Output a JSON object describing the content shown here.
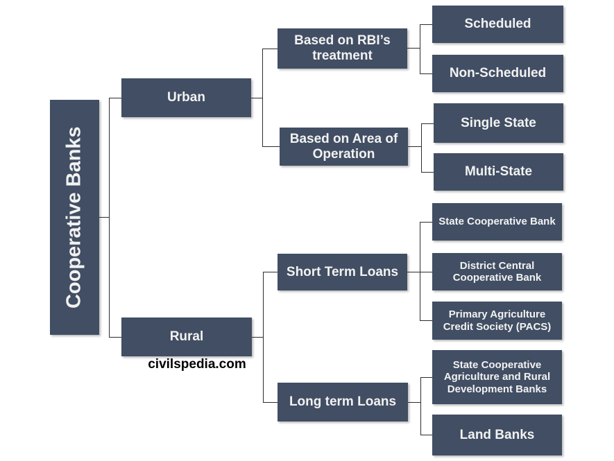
{
  "diagram": {
    "root_label": "Cooperative Banks",
    "watermark": "civilspedia.com",
    "urban": {
      "label": "Urban",
      "rbi_treatment": {
        "label": "Based on RBI’s treatment",
        "children": [
          "Scheduled",
          "Non-Scheduled"
        ]
      },
      "area_operation": {
        "label": "Based on Area of Operation",
        "children": [
          "Single State",
          "Multi-State"
        ]
      }
    },
    "rural": {
      "label": "Rural",
      "short_term": {
        "label": "Short Term Loans",
        "children": [
          "State Cooperative Bank",
          "District Central Cooperative Bank",
          "Primary Agriculture Credit Society (PACS)"
        ]
      },
      "long_term": {
        "label": "Long term Loans",
        "children": [
          "State Cooperative Agriculture and Rural Development Banks",
          "Land Banks"
        ]
      }
    },
    "colors": {
      "box_fill": "#414e63",
      "box_text": "#f2f2f2",
      "connector": "#2b2b2b",
      "watermark_text": "#000000",
      "background": "#ffffff"
    }
  }
}
